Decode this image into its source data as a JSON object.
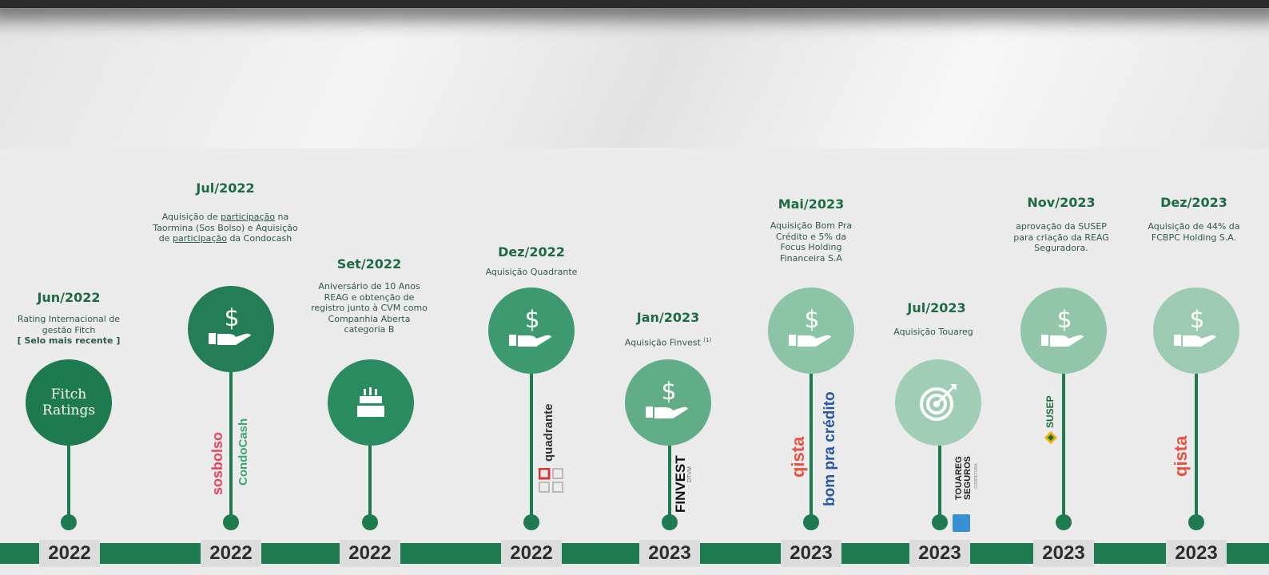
{
  "events": [
    {
      "date": "Jun/2022",
      "text": "Rating Internacional de gestão Fitch",
      "highlight": "[ Selo mais recente ]",
      "icon": "fitch-ratings-logo",
      "logo": "Fitch Ratings",
      "year": "2022"
    },
    {
      "date": "Jul/2022",
      "text_parts": [
        "Aquisição de ",
        "participação",
        " na Taormina (Sos Bolso) e Aquisição de ",
        "participação",
        " da Condocash"
      ],
      "icon": "dollar-hand-icon",
      "logos": [
        "sosbolso",
        "CondoCash"
      ],
      "year": "2022"
    },
    {
      "date": "Set/2022",
      "text": "Aniversário de 10 Anos REAG e obtenção de registro junto à CVM como Companhia Aberta categoria B",
      "icon": "birthday-cake-icon",
      "year": "2022"
    },
    {
      "date": "Dez/2022",
      "text": "Aquisição Quadrante",
      "icon": "dollar-hand-icon",
      "logos": [
        "quadrante"
      ],
      "year": "2022"
    },
    {
      "date": "Jan/2023",
      "text": "Aquisição Finvest",
      "footnote": "(1)",
      "icon": "dollar-hand-icon",
      "logos": [
        "FINVEST",
        "DTVM"
      ],
      "year": "2023"
    },
    {
      "date": "Mai/2023",
      "text": "Aquisição Bom Pra Crédito e 5% da Focus Holding Financeira S.A",
      "icon": "dollar-hand-icon",
      "logos": [
        "qista",
        "bom pra crédito"
      ],
      "year": "2023"
    },
    {
      "date": "Jul/2023",
      "text": "Aquisição Touareg",
      "icon": "target-icon",
      "logos": [
        "TOUAREG SEGUROS",
        "CORRETORA"
      ],
      "year": "2023"
    },
    {
      "date": "Nov/2023",
      "text": "aprovação da SUSEP para criação da REAG Seguradora.",
      "icon": "dollar-hand-icon",
      "logos": [
        "SUSEP"
      ],
      "year": "2023"
    },
    {
      "date": "Dez/2023",
      "text": "Aquisição de 44% da FCBPC Holding S.A.",
      "icon": "dollar-hand-icon",
      "logos": [
        "qista"
      ],
      "year": "2023"
    }
  ],
  "colors": {
    "dark_green": "#1e7a4f",
    "c1": "#1e7a4f",
    "c2": "#237e57",
    "c3": "#2a8a60",
    "c4": "#3d9a70",
    "c5": "#61ad88",
    "c6": "#8cc4a7",
    "c7": "#a0cdb5",
    "c8": "#92c6aa",
    "c9": "#9ccab2"
  }
}
